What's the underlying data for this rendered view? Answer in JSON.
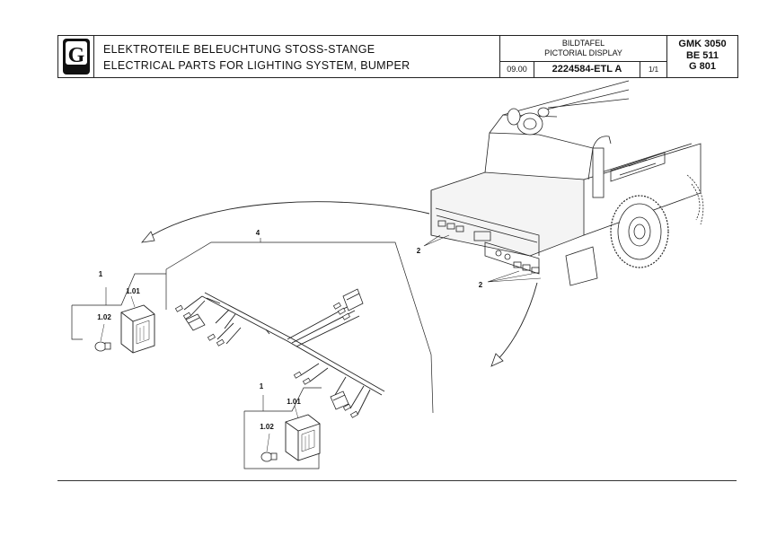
{
  "header": {
    "title_de": "ELEKTROTEILE BELEUCHTUNG STOSS-STANGE",
    "title_en": "ELECTRICAL PARTS FOR LIGHTING SYSTEM, BUMPER",
    "bildtafel": "BILDTAFEL",
    "pictorial_display": "PICTORIAL DISPLAY",
    "date": "09.00",
    "drawing_no": "2224584-ETL  A",
    "page": "1/1",
    "model_1": "GMK 3050",
    "model_2": "BE 511",
    "model_3": "G 801",
    "logo_letter": "G"
  },
  "callouts": {
    "c4": "4",
    "c2_upper": "2",
    "c2_lower": "2",
    "c1_left": "1",
    "c101_left": "1.01",
    "c102_left": "1.02",
    "c1_right": "1",
    "c101_right": "1.01",
    "c102_right": "1.02"
  }
}
